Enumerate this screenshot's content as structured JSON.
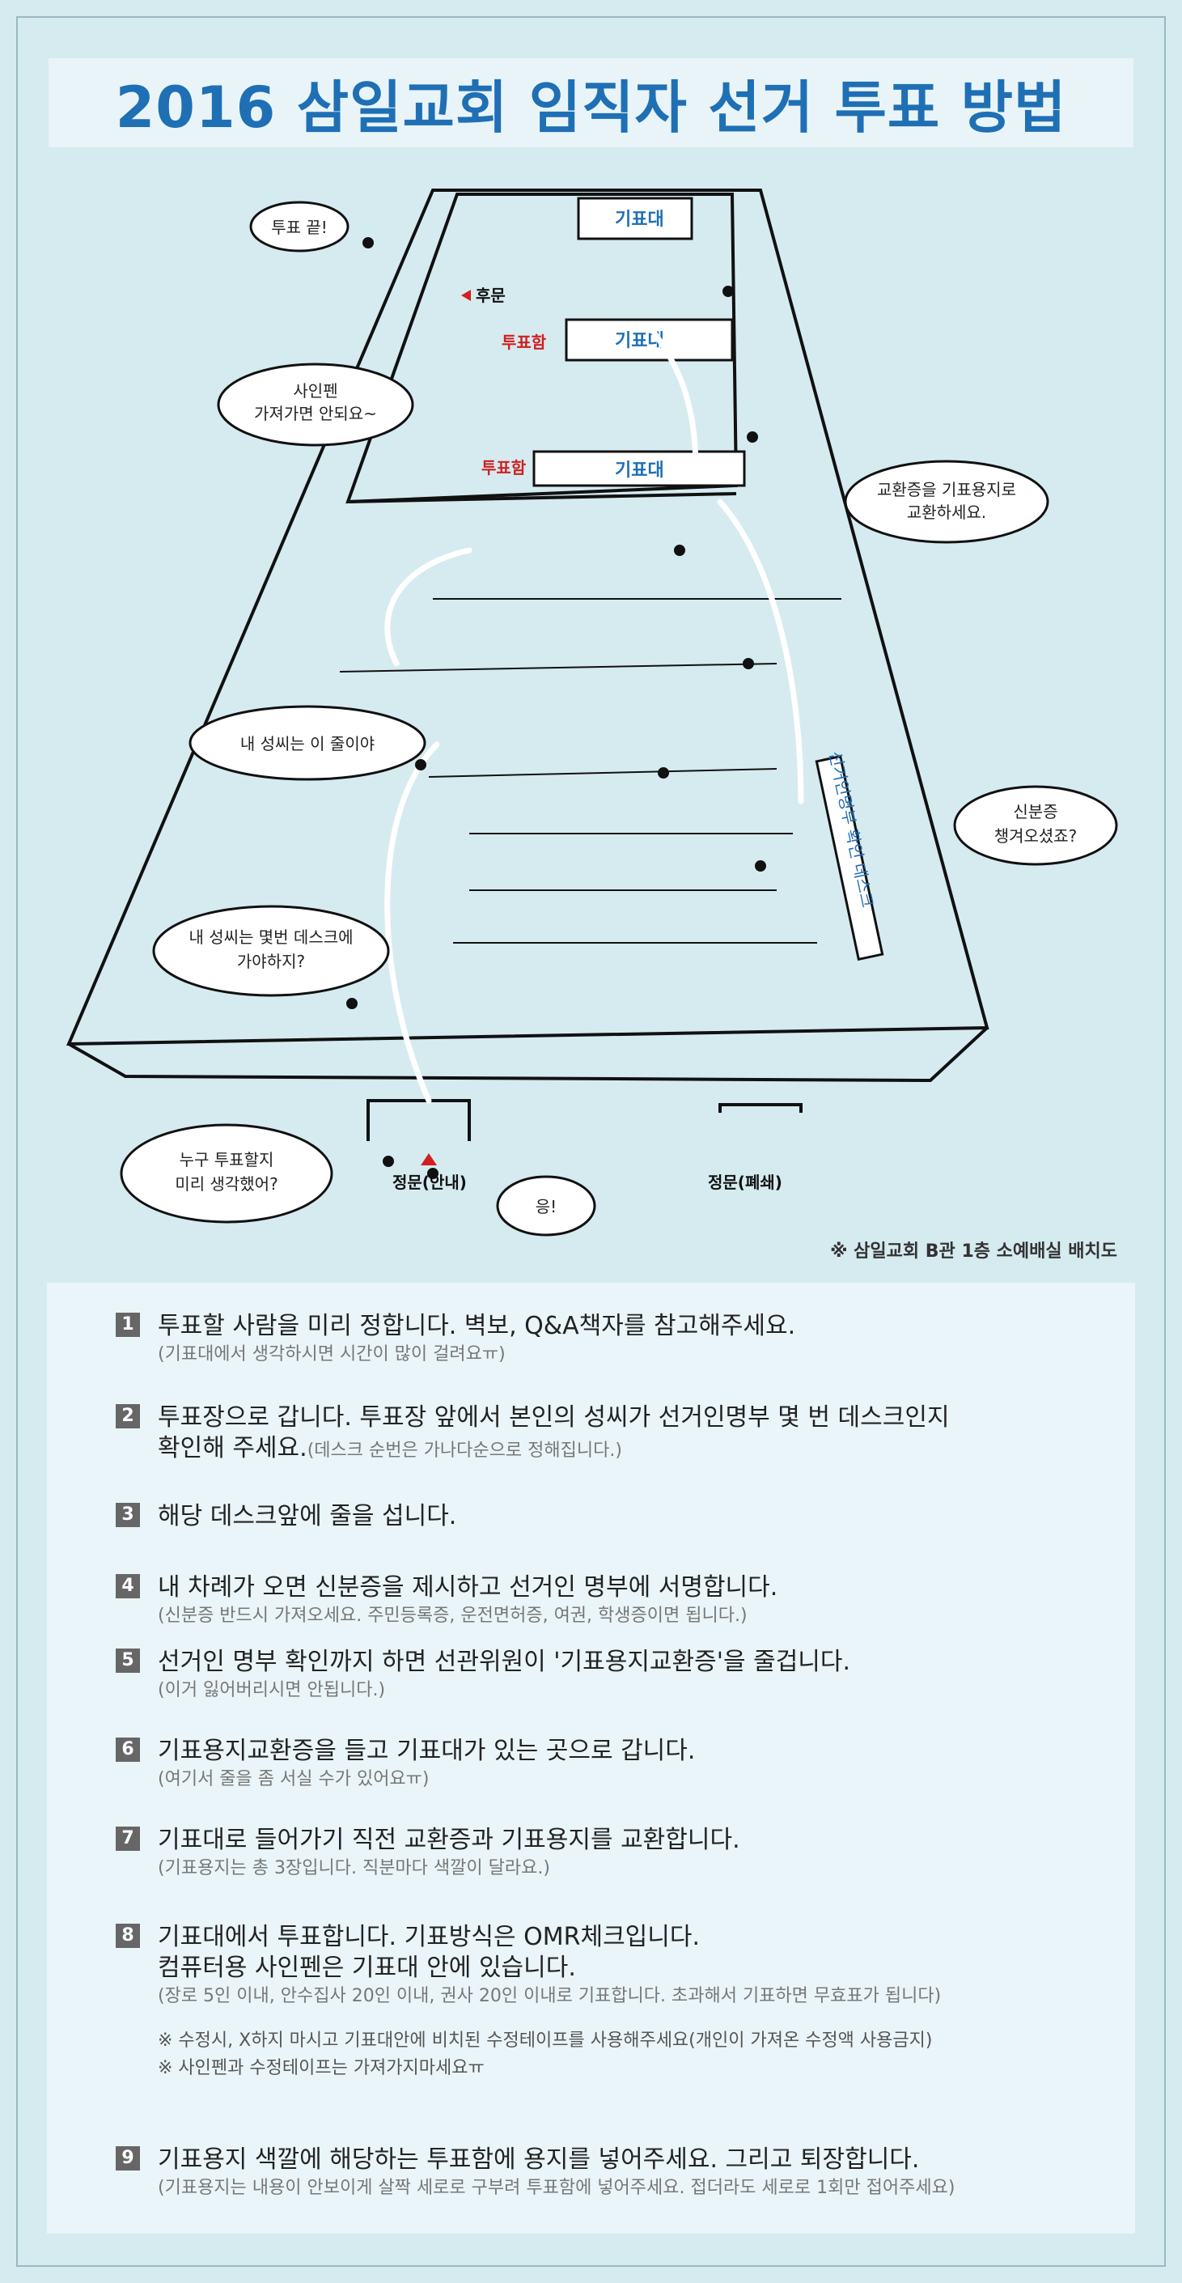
{
  "title": "2016 삼일교회 임직자 선거 투표 방법",
  "map": {
    "booth_label": "기표대",
    "ballot_box_label": "투표함",
    "back_door": "후문",
    "main_door_guide": "정문(안내)",
    "main_door_closed": "정문(폐쇄)",
    "desk_label": "선거인명부 확인 데스크",
    "bubbles": {
      "done": "투표 끝!",
      "pen": [
        "사인펜",
        "가져가면 안되요~"
      ],
      "exchange": [
        "교환증을 기표용지로",
        "교환하세요."
      ],
      "my_line": "내 성씨는 이 줄이야",
      "id": [
        "신분증",
        "챙겨오셨죠?"
      ],
      "which_desk": [
        "내 성씨는 몇번 데스크에",
        "가야하지?"
      ],
      "who": [
        "누구 투표할지",
        "미리 생각했어?"
      ],
      "yes": "응!"
    },
    "caption": "※ 삼일교회  B관 1층 소예배실 배치도"
  },
  "steps": [
    {
      "n": "1",
      "main": "투표할 사람을 미리 정합니다. 벽보, Q&A책자를 참고해주세요.",
      "sub": "(기표대에서 생각하시면 시간이 많이 걸려요ㅠ)"
    },
    {
      "n": "2",
      "main": "투표장으로 갑니다. 투표장 앞에서 본인의 성씨가 선거인명부 몇 번 데스크인지",
      "main2": "확인해 주세요.",
      "sub_inline": "(데스크 순번은 가나다순으로 정해집니다.)"
    },
    {
      "n": "3",
      "main": "해당 데스크앞에 줄을 섭니다."
    },
    {
      "n": "4",
      "main": "내 차례가 오면 신분증을 제시하고 선거인 명부에 서명합니다.",
      "sub": "(신분증 반드시 가져오세요. 주민등록증, 운전면허증, 여권, 학생증이면 됩니다.)"
    },
    {
      "n": "5",
      "main": "선거인 명부 확인까지 하면 선관위원이 '기표용지교환증'을 줄겁니다.",
      "sub": "(이거 잃어버리시면 안됩니다.)"
    },
    {
      "n": "6",
      "main": "기표용지교환증을 들고 기표대가 있는 곳으로 갑니다.",
      "sub": "(여기서 줄을 좀 서실 수가 있어요ㅠ)"
    },
    {
      "n": "7",
      "main": "기표대로 들어가기 직전 교환증과 기표용지를 교환합니다.",
      "sub": "(기표용지는 총 3장입니다. 직분마다 색깔이 달라요.)"
    },
    {
      "n": "8",
      "main": "기표대에서 투표합니다. 기표방식은 OMR체크입니다.",
      "main2": "컴퓨터용 사인펜은 기표대 안에 있습니다.",
      "sub": "(장로 5인 이내, 안수집사 20인 이내, 권사 20인 이내로 기표합니다. 초과해서 기표하면 무효표가 됩니다)",
      "note1": "※ 수정시, X하지 마시고 기표대안에 비치된 수정테이프를 사용해주세요(개인이 가져온 수정액 사용금지)",
      "note2": "※ 사인펜과 수정테이프는 가져가지마세요ㅠ"
    },
    {
      "n": "9",
      "main": "기표용지 색깔에 해당하는 투표함에 용지를 넣어주세요. 그리고 퇴장합니다.",
      "sub": "(기표용지는 내용이 안보이게 살짝 세로로 구부려 투표함에 넣어주세요. 접더라도 세로로 1회만 접어주세요)"
    }
  ]
}
